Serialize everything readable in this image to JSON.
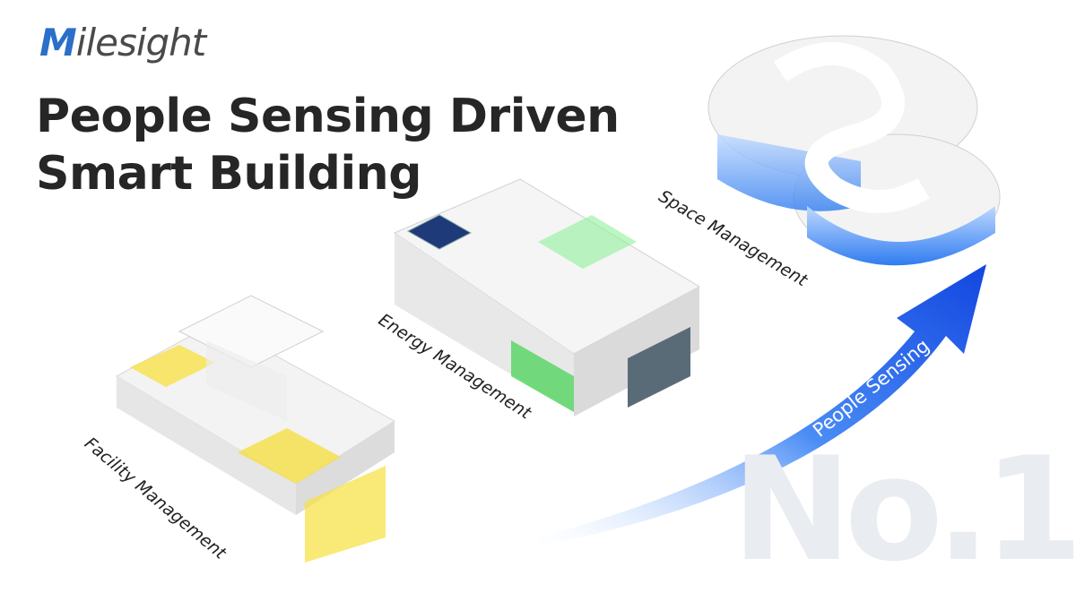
{
  "brand": {
    "name": "Milesight",
    "logo_mark": "M",
    "color": "#2a6fc9"
  },
  "headline": {
    "line1": "People Sensing Driven",
    "line2": "Smart Building"
  },
  "sections": [
    {
      "label": "Facility Management",
      "accent": "#f4dc3a"
    },
    {
      "label": "Energy Management",
      "accent": "#3fd34f"
    },
    {
      "label": "Space Management",
      "accent": "#2f7cf0"
    }
  ],
  "arrow": {
    "label": "People Sensing",
    "color": "#1e63f0"
  },
  "watermark": "No.1"
}
